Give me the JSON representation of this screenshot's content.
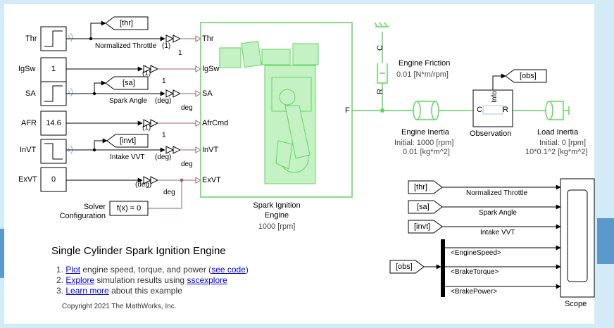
{
  "inputs": {
    "thr": "Thr",
    "igsw": "IgSw",
    "sa": "SA",
    "afr": "AFR",
    "invt": "InVT",
    "exvt": "ExVT"
  },
  "constants": {
    "igsw_value": "1",
    "afr_value": "14.6",
    "exvt_value": "0"
  },
  "tags": {
    "thr": "[thr]",
    "sa": "[sa]",
    "invt": "[invt]",
    "obs": "[obs]"
  },
  "signal_labels": {
    "normalized_throttle": "Normalized Throttle",
    "spark_angle": "Spark Angle",
    "intake_vvt": "Intake VVT"
  },
  "conversions": {
    "one": "(1)",
    "deg": "(deg)",
    "unit_one": "1",
    "unit_deg": "deg"
  },
  "engine": {
    "ports": [
      "Thr",
      "IgSw",
      "SA",
      "AfrCmd",
      "InVT",
      "ExVT"
    ],
    "port_f": "F",
    "name_line1": "Spark Ignition",
    "name_line2": "Engine",
    "speed": "1000 [rpm]"
  },
  "solver": {
    "line1": "Solver",
    "line2": "Configuration",
    "fx": "f(x) = 0"
  },
  "friction": {
    "name": "Engine Friction",
    "value": "0.01 [N*m/rpm]",
    "port_c": "C",
    "port_r": "R"
  },
  "inertia": {
    "name": "Engine Inertia",
    "initial": "Initial: 1000 [rpm]",
    "value": "0.01 [kg*m^2]"
  },
  "observation": {
    "name": "Observation",
    "port_c": "C",
    "port_r": "R",
    "port_info": "Info"
  },
  "load_inertia": {
    "name": "Load Inertia",
    "initial": "Initial: 0 [rpm]",
    "value": "10*0.1^2 [kg*m^2]"
  },
  "scope": {
    "name": "Scope",
    "from_tags": [
      "[thr]",
      "[sa]",
      "[invt]"
    ],
    "from_labels": [
      "Normalized Throttle",
      "Spark Angle",
      "Intake VVT"
    ],
    "bus_signals": [
      "<EngineSpeed>",
      "<BrakeTorque>",
      "<BrakePower>"
    ],
    "obs_tag": "[obs]"
  },
  "annotation": {
    "title": "Single Cylinder Spark Ignition Engine",
    "item1_num": "1.",
    "item1_link": "Plot",
    "item1_text": " engine speed, torque, and power (",
    "item1_link2": "see code",
    "item1_end": ")",
    "item2_num": "2.",
    "item2_link": "Explore",
    "item2_text": " simulation results using ",
    "item2_link2": "sscexplore",
    "item3_num": "3.",
    "item3_link": "Learn more",
    "item3_text": " about this example",
    "copyright": "Copyright 2021 The MathWorks, Inc."
  },
  "colors": {
    "background": "#d3ebf6",
    "canvas": "#ffffff",
    "physical": "#5fd55f",
    "physical_fill": "#c4f2c4",
    "link_line": "#a06070",
    "arrow": "#4e8fc8"
  }
}
